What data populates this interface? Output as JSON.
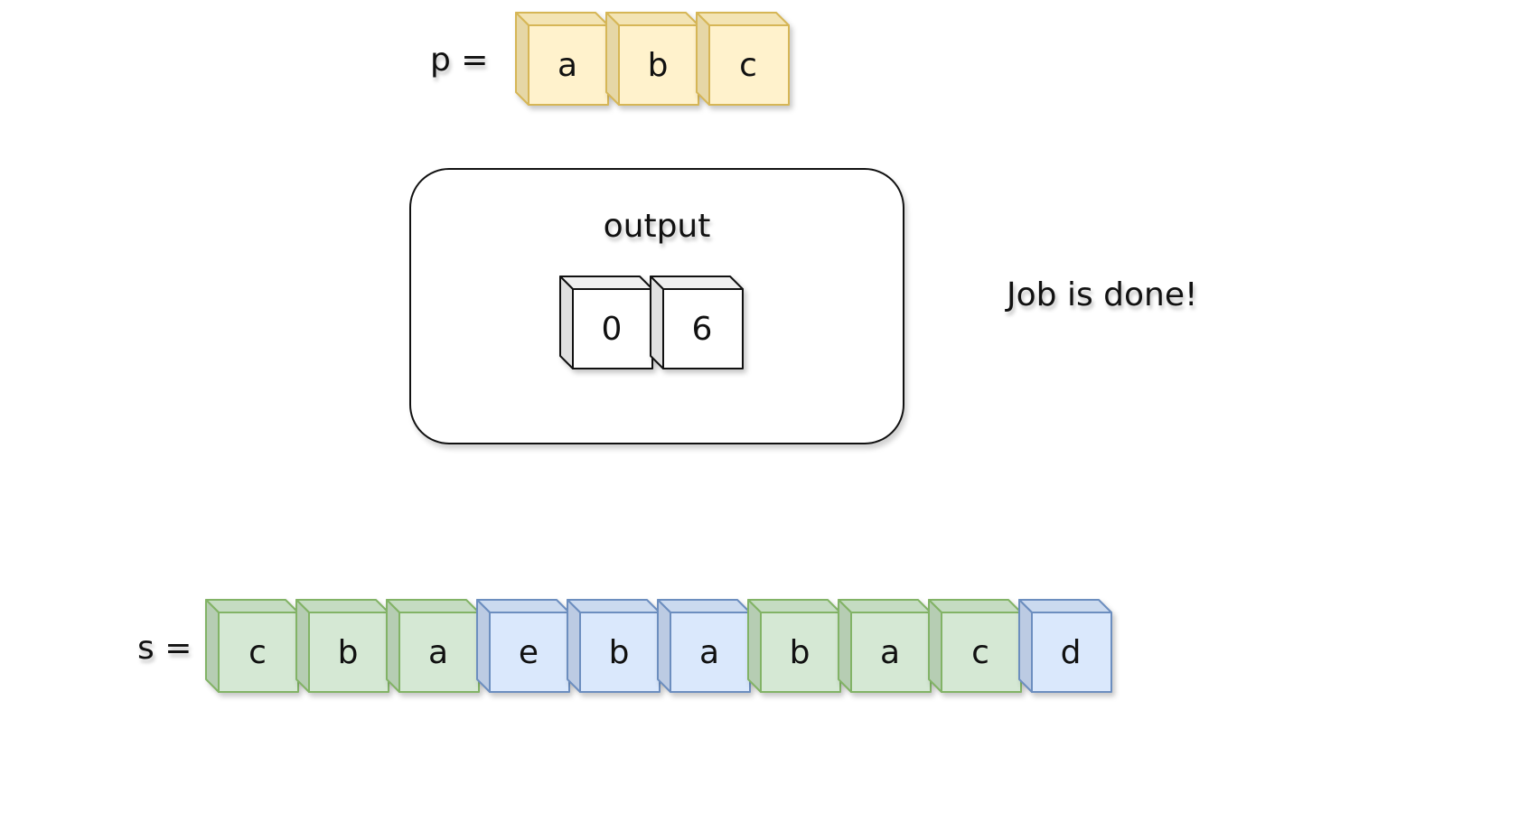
{
  "pattern": {
    "label": "p =",
    "cells": [
      "a",
      "b",
      "c"
    ],
    "colors": {
      "face": "#fff2cc",
      "side": "#e6d7a6",
      "top": "#f3e4b4",
      "stroke": "#d6b656"
    }
  },
  "source": {
    "label": "s =",
    "cells": [
      {
        "char": "c",
        "state": "match"
      },
      {
        "char": "b",
        "state": "match"
      },
      {
        "char": "a",
        "state": "match"
      },
      {
        "char": "e",
        "state": "other"
      },
      {
        "char": "b",
        "state": "other"
      },
      {
        "char": "a",
        "state": "other"
      },
      {
        "char": "b",
        "state": "match"
      },
      {
        "char": "a",
        "state": "match"
      },
      {
        "char": "c",
        "state": "match"
      },
      {
        "char": "d",
        "state": "other"
      }
    ],
    "colors": {
      "match": {
        "face": "#d5e8d4",
        "side": "#b6cdb3",
        "top": "#c5dcc2",
        "stroke": "#82b366"
      },
      "other": {
        "face": "#dae8fc",
        "side": "#bccbe3",
        "top": "#cbdaef",
        "stroke": "#6c8ebf"
      }
    }
  },
  "output": {
    "title": "output",
    "values": [
      "0",
      "6"
    ],
    "colors": {
      "face": "#ffffff",
      "side": "#e0e0e0",
      "top": "#f0f0f0",
      "stroke": "#111111"
    }
  },
  "status": {
    "text": "Job is done!"
  }
}
